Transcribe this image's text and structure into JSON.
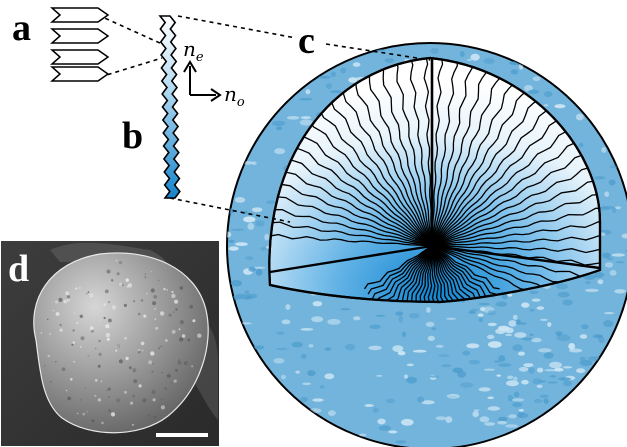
{
  "panels": {
    "a": "a",
    "b": "b",
    "c": "c",
    "d": "d"
  },
  "axes": {
    "ne_main": "n",
    "ne_sub": "e",
    "no_main": "n",
    "no_sub": "o"
  },
  "colors": {
    "disc_fill": "#73b4dc",
    "wall_blue": "#1a8fd6",
    "sem_gray": "#6b6b6b"
  },
  "icons": {
    "scale_bar": "scale-bar"
  }
}
